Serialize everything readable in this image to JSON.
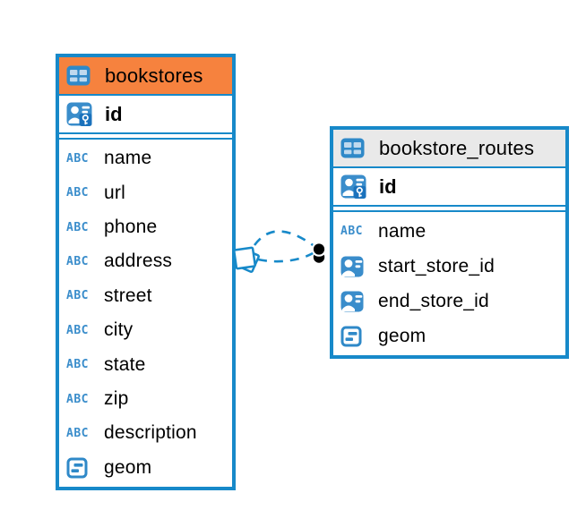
{
  "diagram": {
    "kind": "entity-relationship",
    "colors": {
      "accent_blue": "#1789C9",
      "bookstores_header": "#F6823E",
      "routes_header": "#E9E9E9",
      "icon_blue": "#3A8DCB",
      "text": "#000000"
    },
    "icons": {
      "text_type_label": "ABC",
      "table_icon": "table-grid-icon",
      "primary_key_icon": "person-key-icon",
      "reference_icon": "person-badge-icon",
      "geometry_icon": "geometry-square-icon"
    },
    "tables": [
      {
        "title": "bookstores",
        "primary_key": {
          "name": "id",
          "type": "person-key"
        },
        "fields": [
          {
            "name": "name",
            "type": "text"
          },
          {
            "name": "url",
            "type": "text"
          },
          {
            "name": "phone",
            "type": "text"
          },
          {
            "name": "address",
            "type": "text"
          },
          {
            "name": "street",
            "type": "text"
          },
          {
            "name": "city",
            "type": "text"
          },
          {
            "name": "state",
            "type": "text"
          },
          {
            "name": "zip",
            "type": "text"
          },
          {
            "name": "description",
            "type": "text"
          },
          {
            "name": "geom",
            "type": "geometry"
          }
        ]
      },
      {
        "title": "bookstore_routes",
        "primary_key": {
          "name": "id",
          "type": "person-key"
        },
        "fields": [
          {
            "name": "name",
            "type": "text"
          },
          {
            "name": "start_store_id",
            "type": "reference"
          },
          {
            "name": "end_store_id",
            "type": "reference"
          },
          {
            "name": "geom",
            "type": "geometry"
          }
        ]
      }
    ],
    "relationship": {
      "from_table": "bookstores",
      "to_table": "bookstore_routes",
      "line_style": "dashed",
      "line_count": 2,
      "left_marker": "stacked-squares",
      "right_marker": "stacked-dots"
    }
  }
}
